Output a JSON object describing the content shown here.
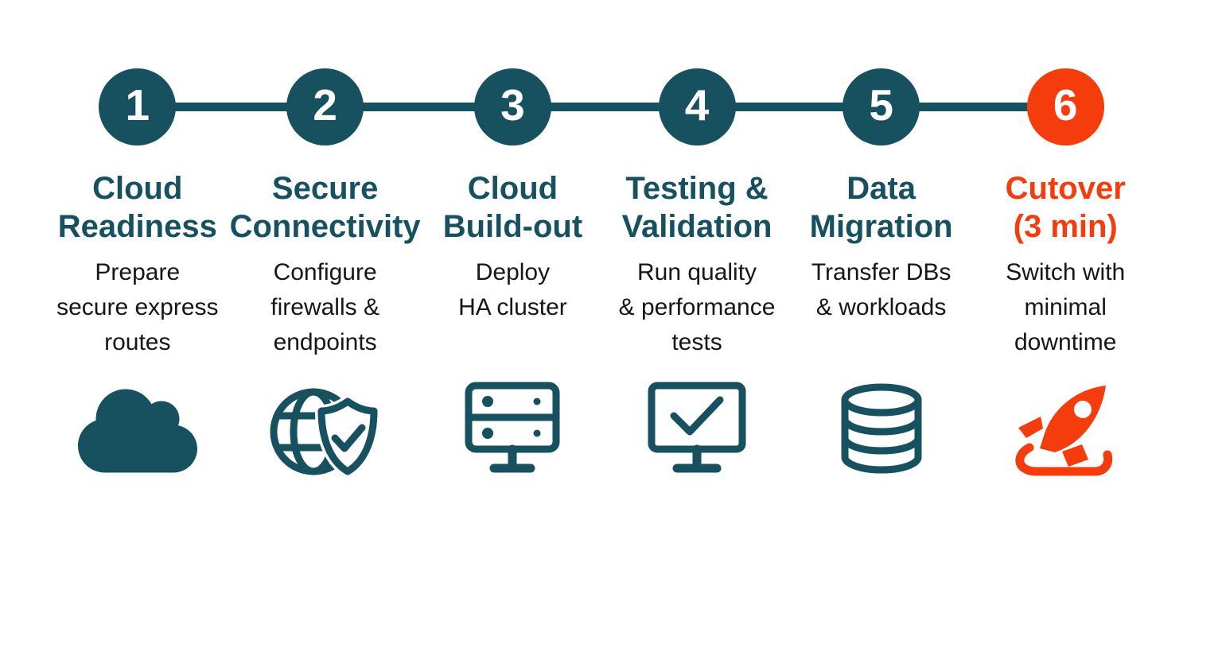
{
  "colors": {
    "teal": "#17505E",
    "orange": "#F43C0C",
    "text": "#161616",
    "background": "#FFFFFF"
  },
  "steps": [
    {
      "number": "1",
      "title": "Cloud\nReadiness",
      "description": "Prepare\nsecure express\nroutes",
      "icon": "cloud-icon",
      "accent": false
    },
    {
      "number": "2",
      "title": "Secure\nConnectivity",
      "description": "Configure\nfirewalls &\nendpoints",
      "icon": "globe-shield-icon",
      "accent": false
    },
    {
      "number": "3",
      "title": "Cloud\nBuild-out",
      "description": "Deploy\nHA cluster",
      "icon": "server-rack-icon",
      "accent": false
    },
    {
      "number": "4",
      "title": "Testing &\nValidation",
      "description": "Run quality\n& performance\ntests",
      "icon": "monitor-check-icon",
      "accent": false
    },
    {
      "number": "5",
      "title": "Data\nMigration",
      "description": "Transfer DBs\n& workloads",
      "icon": "database-icon",
      "accent": false
    },
    {
      "number": "6",
      "title": "Cutover\n(3 min)",
      "description": "Switch with\nminimal\ndowntime",
      "icon": "rocket-icon",
      "accent": true
    }
  ]
}
